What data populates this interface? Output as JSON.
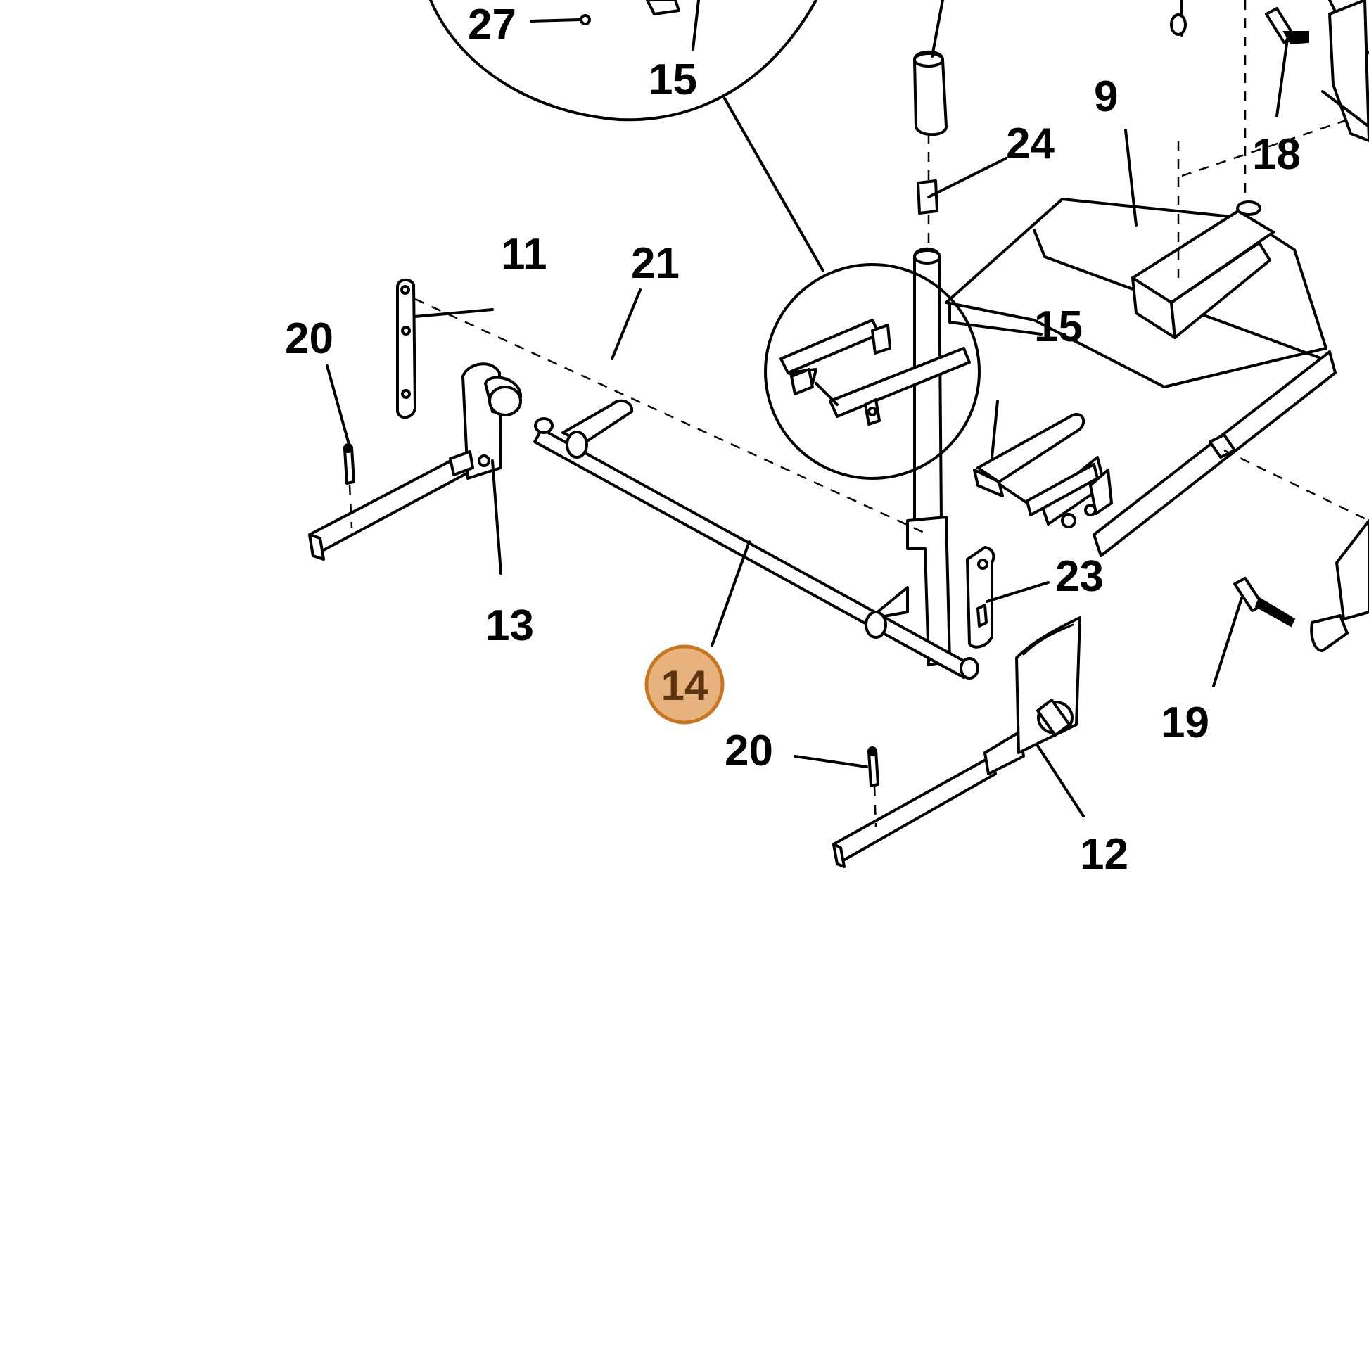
{
  "highlight": {
    "label": "14",
    "fill": "#E8B27E",
    "stroke": "#C9761F"
  },
  "callouts": [
    {
      "id": "c27",
      "label": "27"
    },
    {
      "id": "c15-top",
      "label": "15"
    },
    {
      "id": "c9",
      "label": "9"
    },
    {
      "id": "c24",
      "label": "24"
    },
    {
      "id": "c18",
      "label": "18"
    },
    {
      "id": "c11",
      "label": "11"
    },
    {
      "id": "c21",
      "label": "21"
    },
    {
      "id": "c20-left",
      "label": "20"
    },
    {
      "id": "c15-mid",
      "label": "15"
    },
    {
      "id": "c13",
      "label": "13"
    },
    {
      "id": "c23",
      "label": "23"
    },
    {
      "id": "c19",
      "label": "19"
    },
    {
      "id": "c20-bottom",
      "label": "20"
    },
    {
      "id": "c12",
      "label": "12"
    }
  ]
}
